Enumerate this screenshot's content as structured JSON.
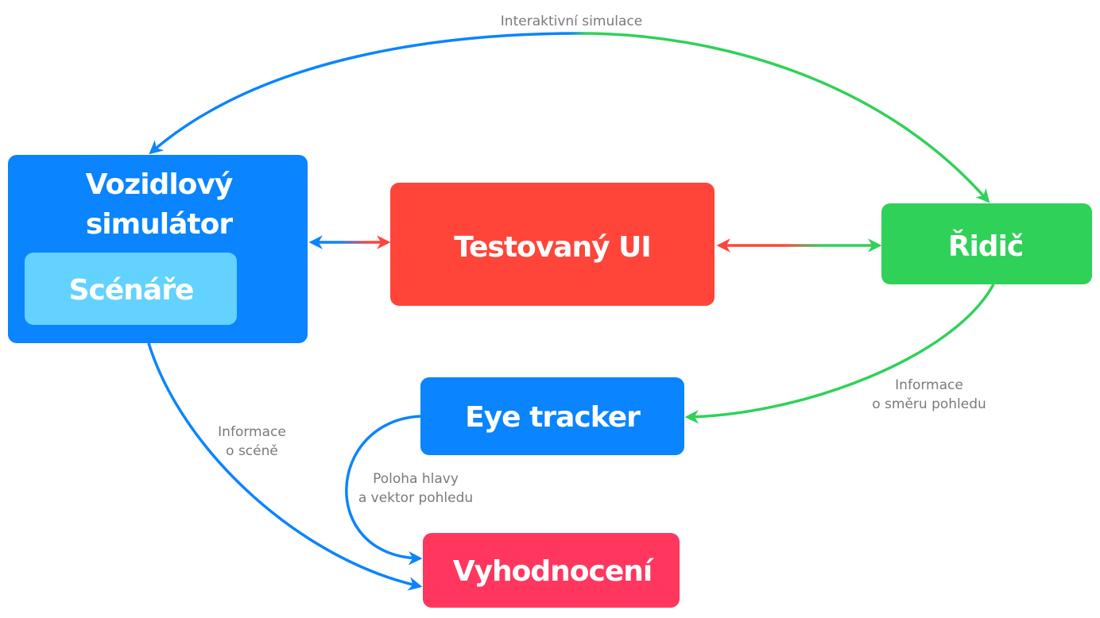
{
  "colors": {
    "blue": "#0a84ff",
    "light_blue": "#64d2ff",
    "red": "#ff453a",
    "green": "#30d158",
    "pink": "#ff375f",
    "label": "#7a7a7a"
  },
  "nodes": {
    "simulator": {
      "line1": "Vozidlový",
      "line2": "simulátor"
    },
    "scenarios": "Scénáře",
    "tested_ui": "Testovaný UI",
    "driver": "Řidič",
    "eye_tracker": "Eye tracker",
    "evaluation": "Vyhodnocení"
  },
  "edges": {
    "interactive": "Interaktivní simulace",
    "gaze_info": {
      "line1": "Informace",
      "line2": "o směru pohledu"
    },
    "scene_info": {
      "line1": "Informace",
      "line2": "o scéně"
    },
    "head_pos": {
      "line1": "Poloha hlavy",
      "line2": "a vektor pohledu"
    }
  }
}
